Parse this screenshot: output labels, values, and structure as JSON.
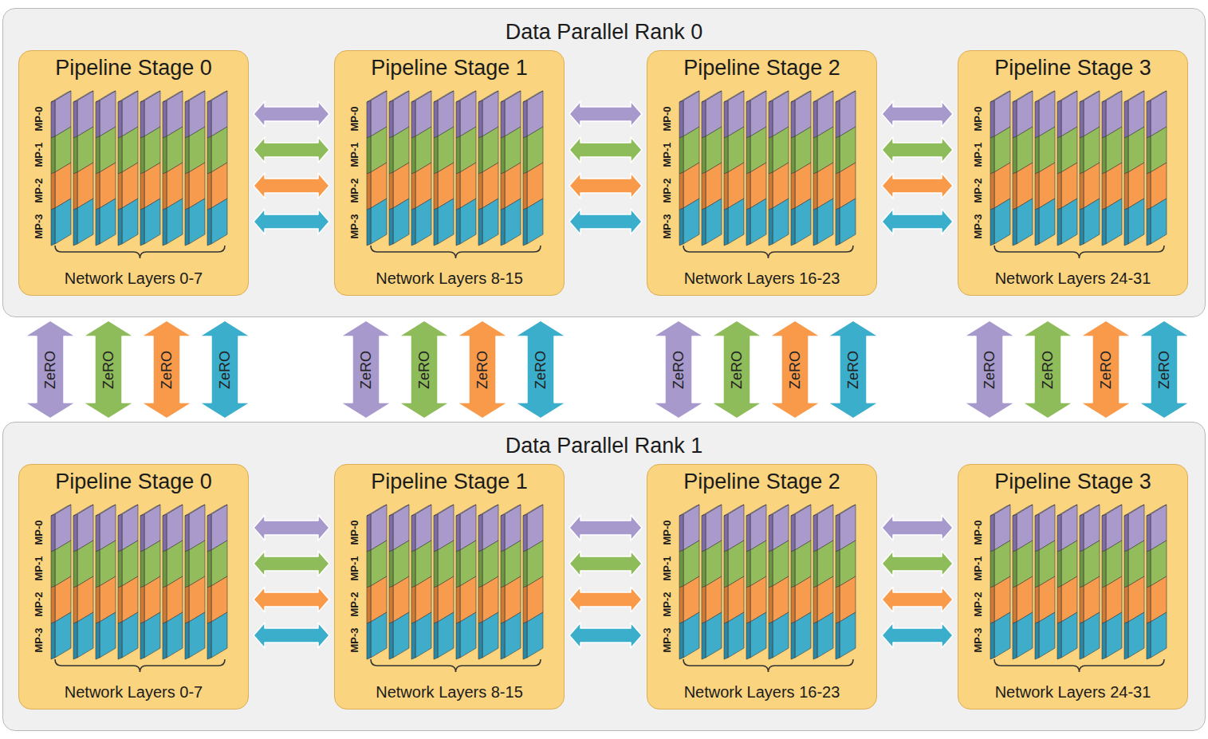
{
  "diagram": {
    "nodes": [
      {
        "text": [
          "Data Parallel Rank 0"
        ]
      },
      {
        "text": [
          "Pipeline Stage 0",
          "MP-0",
          "MP-1",
          "MP-2",
          "MP-3",
          "Network Layers 0-7"
        ],
        "in": 0
      },
      {
        "text": [
          "Pipeline Stage 1",
          "MP-0",
          "MP-1",
          "MP-2",
          "MP-3",
          "Network Layers 8-15"
        ],
        "in": 0
      },
      {
        "text": [
          "Pipeline Stage 2",
          "MP-0",
          "MP-1",
          "MP-2",
          "MP-3",
          "Network Layers 16-23"
        ],
        "in": 0
      },
      {
        "text": [
          "Pipeline Stage 3",
          "MP-0",
          "MP-1",
          "MP-2",
          "MP-3",
          "Network Layers 24-31"
        ],
        "in": 0
      },
      {
        "text": [
          "Data Parallel Rank 1"
        ]
      },
      {
        "text": [
          "Pipeline Stage 0",
          "MP-0",
          "MP-1",
          "MP-2",
          "MP-3",
          "Network Layers 0-7"
        ],
        "in": 5
      },
      {
        "text": [
          "Pipeline Stage 1",
          "MP-0",
          "MP-1",
          "MP-2",
          "MP-3",
          "Network Layers 8-15"
        ],
        "in": 5
      },
      {
        "text": [
          "Pipeline Stage 2",
          "MP-0",
          "MP-1",
          "MP-2",
          "MP-3",
          "Network Layers 16-23"
        ],
        "in": 5
      },
      {
        "text": [
          "Pipeline Stage 3",
          "MP-0",
          "MP-1",
          "MP-2",
          "MP-3",
          "Network Layers 24-31"
        ],
        "in": 5
      }
    ],
    "edges": [
      {
        "from": 1,
        "to": 2,
        "arrow": "both"
      },
      {
        "from": 1,
        "to": 2,
        "arrow": "both"
      },
      {
        "from": 1,
        "to": 2,
        "arrow": "both"
      },
      {
        "from": 1,
        "to": 2,
        "arrow": "both"
      },
      {
        "from": 2,
        "to": 3,
        "arrow": "both"
      },
      {
        "from": 2,
        "to": 3,
        "arrow": "both"
      },
      {
        "from": 2,
        "to": 3,
        "arrow": "both"
      },
      {
        "from": 2,
        "to": 3,
        "arrow": "both"
      },
      {
        "from": 3,
        "to": 4,
        "arrow": "both"
      },
      {
        "from": 3,
        "to": 4,
        "arrow": "both"
      },
      {
        "from": 3,
        "to": 4,
        "arrow": "both"
      },
      {
        "from": 3,
        "to": 4,
        "arrow": "both"
      },
      {
        "from": 6,
        "to": 7,
        "arrow": "both"
      },
      {
        "from": 6,
        "to": 7,
        "arrow": "both"
      },
      {
        "from": 6,
        "to": 7,
        "arrow": "both"
      },
      {
        "from": 6,
        "to": 7,
        "arrow": "both"
      },
      {
        "from": 7,
        "to": 8,
        "arrow": "both"
      },
      {
        "from": 7,
        "to": 8,
        "arrow": "both"
      },
      {
        "from": 7,
        "to": 8,
        "arrow": "both"
      },
      {
        "from": 7,
        "to": 8,
        "arrow": "both"
      },
      {
        "from": 8,
        "to": 9,
        "arrow": "both"
      },
      {
        "from": 8,
        "to": 9,
        "arrow": "both"
      },
      {
        "from": 8,
        "to": 9,
        "arrow": "both"
      },
      {
        "from": 8,
        "to": 9,
        "arrow": "both"
      },
      {
        "from": 0,
        "to": 5,
        "label": "ZeRO",
        "arrow": "both"
      },
      {
        "from": 0,
        "to": 5,
        "label": "ZeRO",
        "arrow": "both"
      },
      {
        "from": 0,
        "to": 5,
        "label": "ZeRO",
        "arrow": "both"
      },
      {
        "from": 0,
        "to": 5,
        "label": "ZeRO",
        "arrow": "both"
      },
      {
        "from": 0,
        "to": 5,
        "label": "ZeRO",
        "arrow": "both"
      },
      {
        "from": 0,
        "to": 5,
        "label": "ZeRO",
        "arrow": "both"
      },
      {
        "from": 0,
        "to": 5,
        "label": "ZeRO",
        "arrow": "both"
      },
      {
        "from": 0,
        "to": 5,
        "label": "ZeRO",
        "arrow": "both"
      },
      {
        "from": 0,
        "to": 5,
        "label": "ZeRO",
        "arrow": "both"
      },
      {
        "from": 0,
        "to": 5,
        "label": "ZeRO",
        "arrow": "both"
      },
      {
        "from": 0,
        "to": 5,
        "label": "ZeRO",
        "arrow": "both"
      },
      {
        "from": 0,
        "to": 5,
        "label": "ZeRO",
        "arrow": "both"
      },
      {
        "from": 0,
        "to": 5,
        "label": "ZeRO",
        "arrow": "both"
      },
      {
        "from": 0,
        "to": 5,
        "label": "ZeRO",
        "arrow": "both"
      },
      {
        "from": 0,
        "to": 5,
        "label": "ZeRO",
        "arrow": "both"
      },
      {
        "from": 0,
        "to": 5,
        "label": "ZeRO",
        "arrow": "both"
      }
    ]
  }
}
